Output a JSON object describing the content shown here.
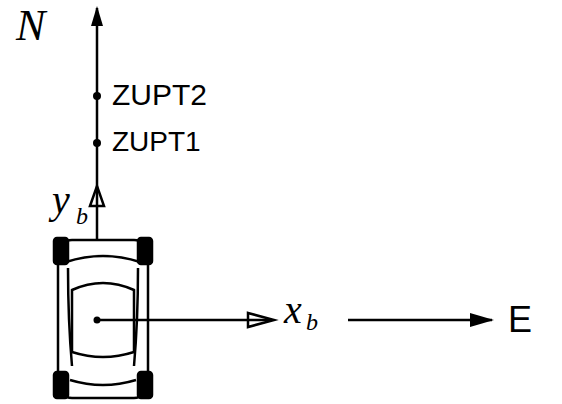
{
  "diagram": {
    "labels": [
      "N",
      "ZUPT2",
      "ZUPT1",
      "y",
      "b",
      "x",
      "b",
      "E"
    ]
  }
}
